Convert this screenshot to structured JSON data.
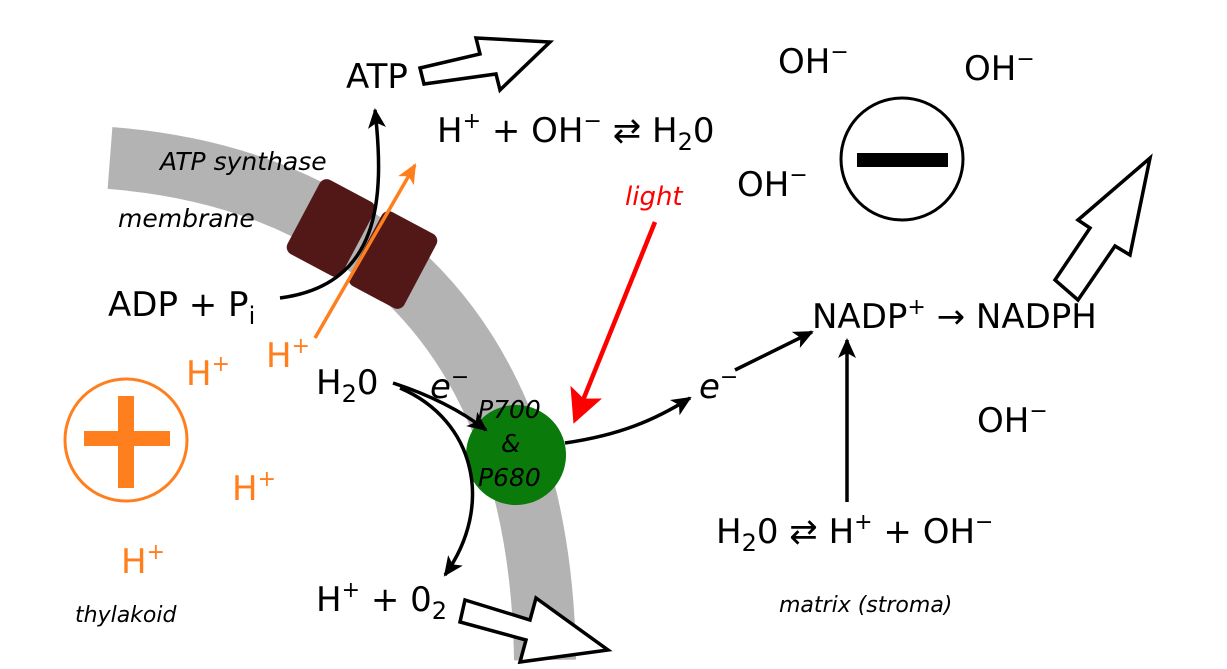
{
  "labels": {
    "atp": "ATP",
    "atp_synthase": "ATP synthase",
    "membrane": "membrane",
    "adp_pi": "ADP + P",
    "adp_pi_sub": "i",
    "h_plus_orange": "H",
    "h_plus_sup": "+",
    "water_reaction_top": "H",
    "water_reaction_top_rest": " + OH",
    "water_reaction_top_sup": "+",
    "minus_sup": "−",
    "equilibrium": " ⇄ H",
    "water_h2o_sub": "2",
    "water_h2o_o": "0",
    "light": "light",
    "oh": "OH",
    "electron": "e",
    "p700": "P700",
    "amp": "&",
    "p680": "P680",
    "nadp": "NADP",
    "nadp_arrow": " → NADPH",
    "h2o_left": "H",
    "h2o_split_left": " ⇄ H",
    "h2o_split_rest": " + OH",
    "products": "H",
    "products_rest": " + 0",
    "products_sub": "2",
    "thylakoid": "thylakoid",
    "matrix": "matrix (stroma)"
  },
  "colors": {
    "membrane": "#b3b3b3",
    "synthase": "#521717",
    "photosystem": "#0a7a0a",
    "proton": "#ff7f1e",
    "light": "#ff0000",
    "ink": "#000000"
  }
}
